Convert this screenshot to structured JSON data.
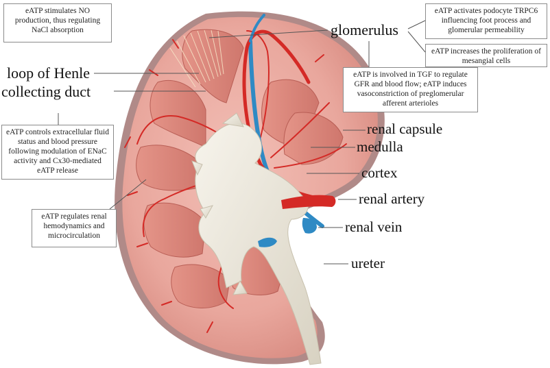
{
  "structures": {
    "glomerulus": "glomerulus",
    "loop_of_henle": "loop of Henle",
    "collecting_duct": "collecting duct",
    "renal_capsule": "renal capsule",
    "medulla": "medulla",
    "cortex": "cortex",
    "renal_artery": "renal artery",
    "renal_vein": "renal vein",
    "ureter": "ureter"
  },
  "annotations": {
    "no_production": "eATP stimulates NO production, thus regulating NaCl absorption",
    "trpc6": "eATP activates podocyte TRPC6 influencing foot process and glomerular permeability",
    "mesangial": "eATP increases the proliferation of mesangial cells",
    "tgf": "eATP is involved in TGF to regulate GFR and blood flow; eATP induces vasoconstriction of preglomerular afferent arterioles",
    "fluid_status": "eATP controls extracellular fluid status and blood pressure following modulation of ENaC activity and Cx30-mediated eATP release",
    "hemodynamics": "eATP regulates renal hemodynamics and microcirculation"
  },
  "colors": {
    "capsule": "#b08a88",
    "cortex": "#e9a79d",
    "pyramid": "#d98479",
    "artery": "#d42a26",
    "vein": "#2f8ac4",
    "pelvis": "#ece8dc",
    "leader_line": "#555555"
  }
}
